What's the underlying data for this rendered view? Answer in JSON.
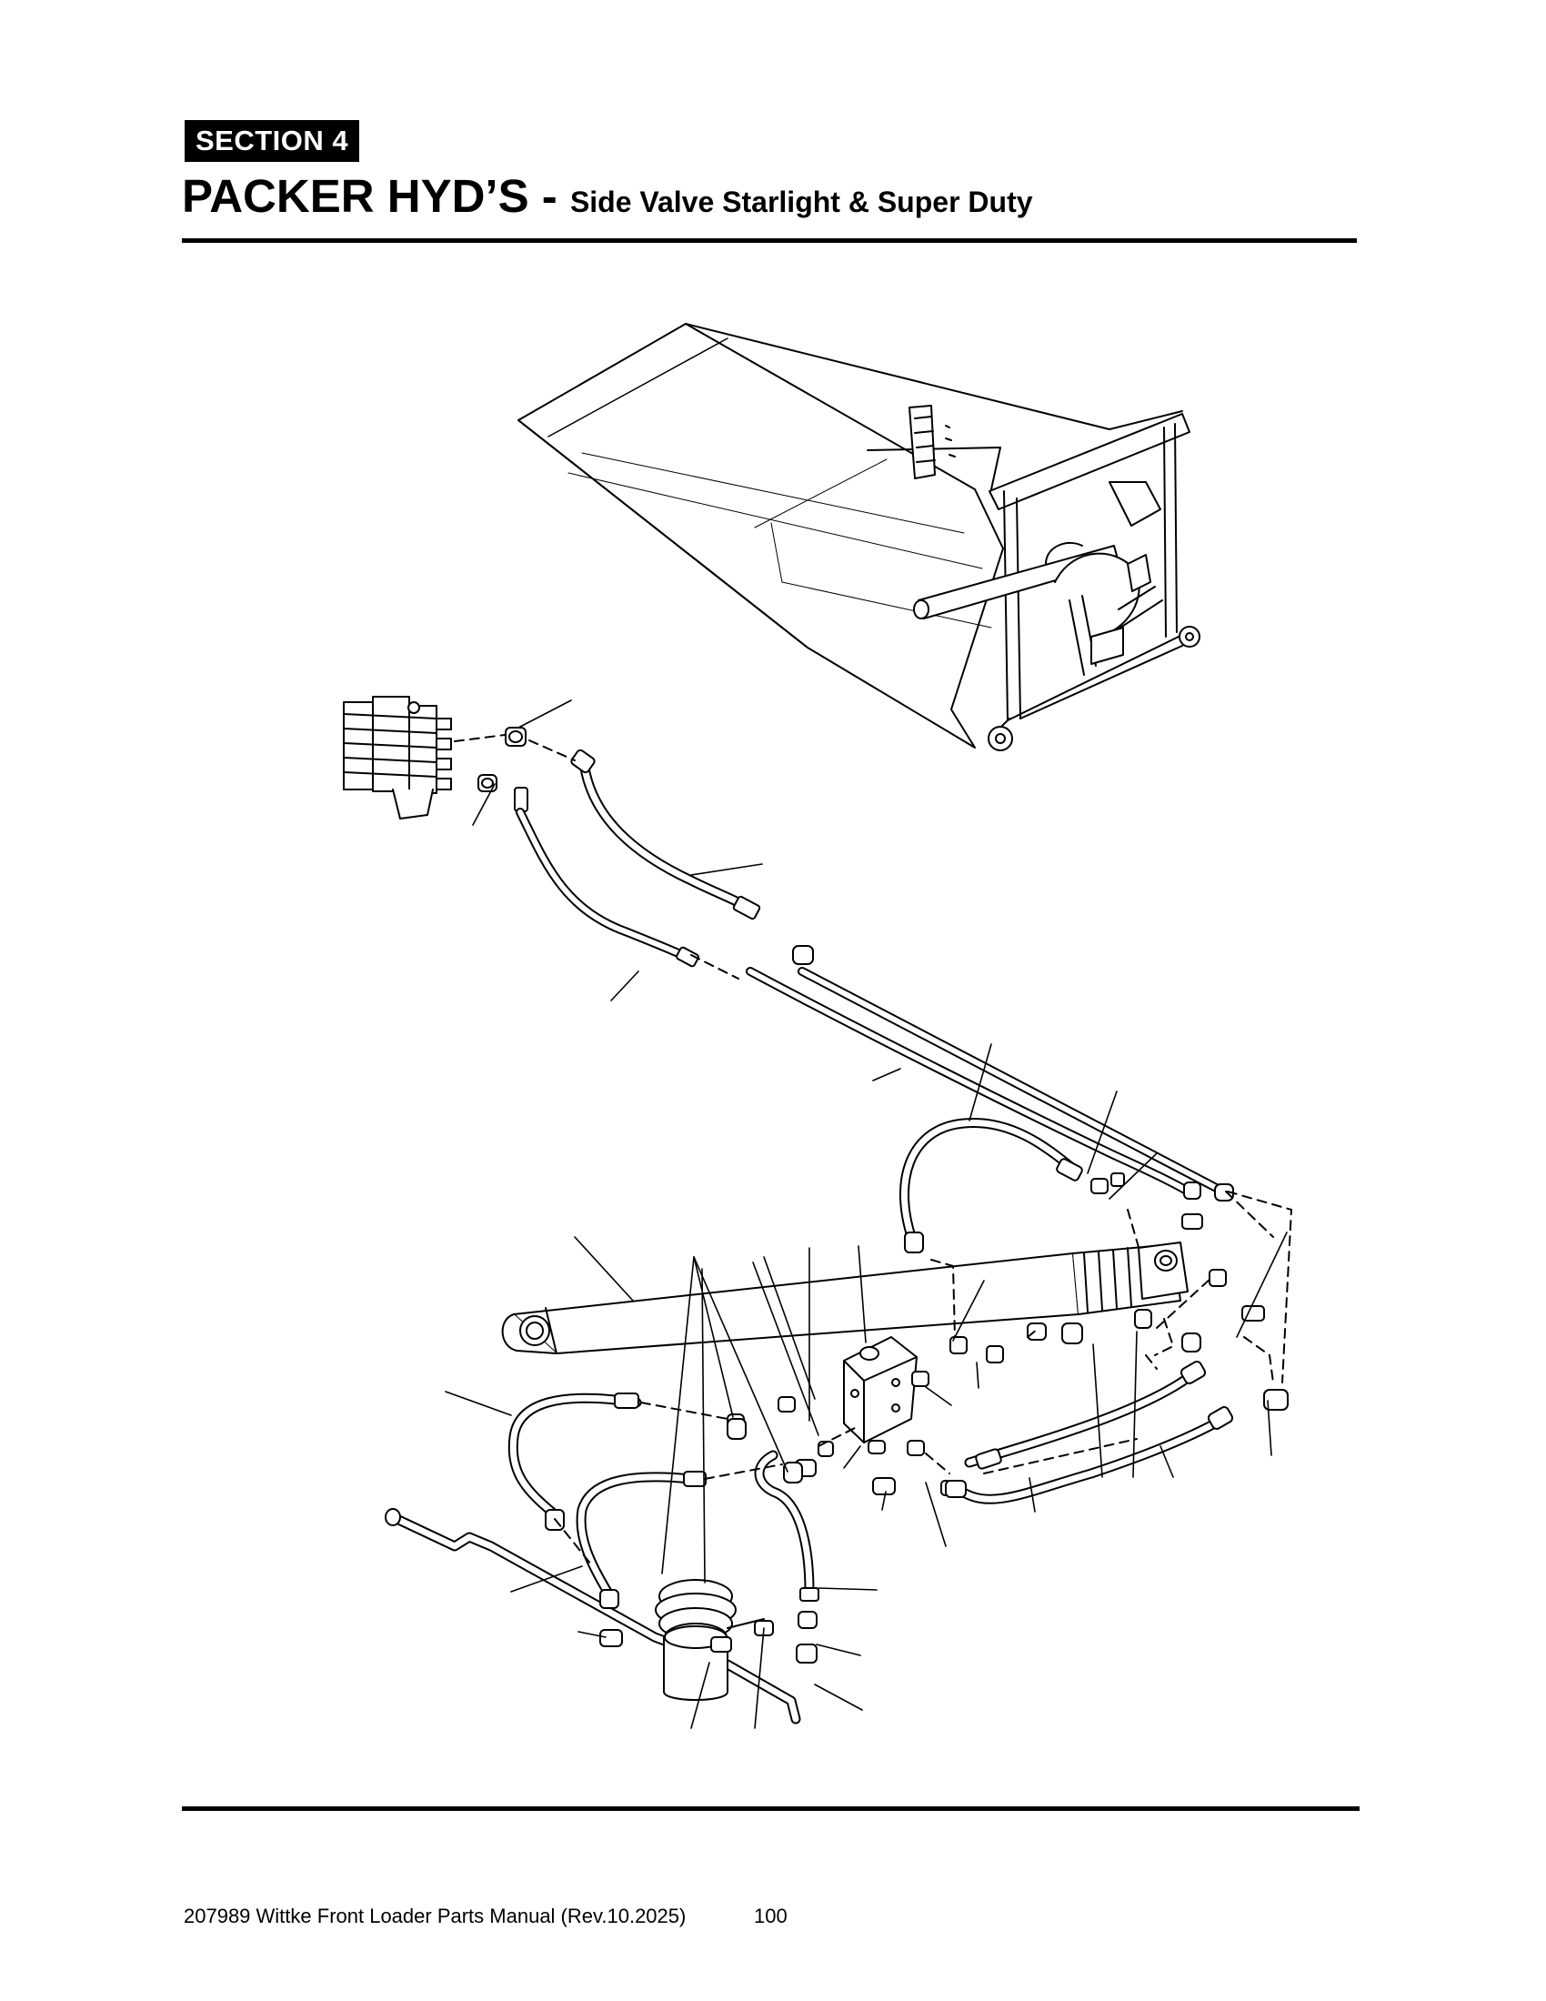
{
  "header": {
    "section_label": "SECTION  4",
    "title_main": "PACKER HYD’S - ",
    "title_sub": "Side Valve Starlight & Super Duty"
  },
  "figure": {
    "callouts": []
  },
  "footer": {
    "manual": "207989 Wittke Front Loader Parts Manual (Rev.10.2025)",
    "page_number": "100"
  }
}
